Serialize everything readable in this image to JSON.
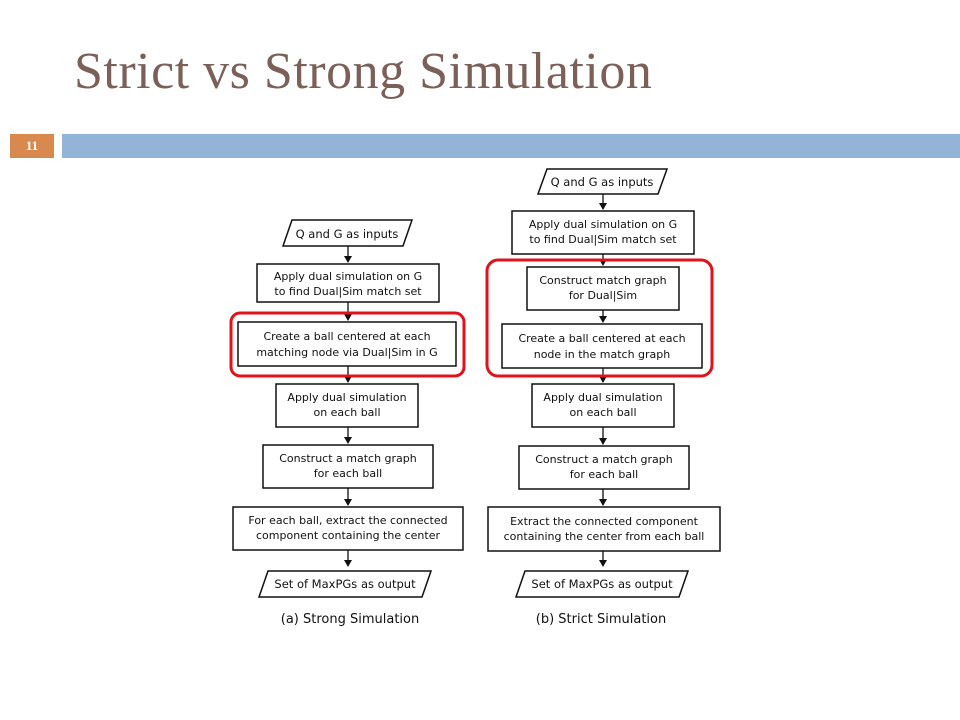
{
  "title": "Strict vs Strong Simulation",
  "slide_number": "11",
  "strong": {
    "caption": "(a) Strong Simulation",
    "input": "Q and G as inputs",
    "step1": [
      "Apply dual simulation on G",
      "to find Dual|Sim match set"
    ],
    "step2": [
      "Create a ball centered at each",
      "matching node via Dual|Sim in G"
    ],
    "step3": [
      "Apply dual simulation",
      "on each ball"
    ],
    "step4": [
      "Construct a match graph",
      "for each ball"
    ],
    "step5": [
      "For each ball, extract the connected",
      "component containing the center"
    ],
    "output": "Set of MaxPGs as output"
  },
  "strict": {
    "caption": "(b) Strict Simulation",
    "input": "Q and G as inputs",
    "step1": [
      "Apply dual simulation on G",
      "to find Dual|Sim match set"
    ],
    "step2": [
      "Construct match graph",
      "for Dual|Sim"
    ],
    "step3": [
      "Create a ball centered at each",
      "node in the match graph"
    ],
    "step4": [
      "Apply dual simulation",
      "on each ball"
    ],
    "step5": [
      "Construct a match graph",
      "for each ball"
    ],
    "step6": [
      "Extract the connected component",
      "containing the center from each ball"
    ],
    "output": "Set of MaxPGs as output"
  },
  "colors": {
    "title": "#7a6058",
    "accent_bar": "#93b4d6",
    "slide_number_bg": "#d9884e",
    "highlight": "#e0121b"
  }
}
